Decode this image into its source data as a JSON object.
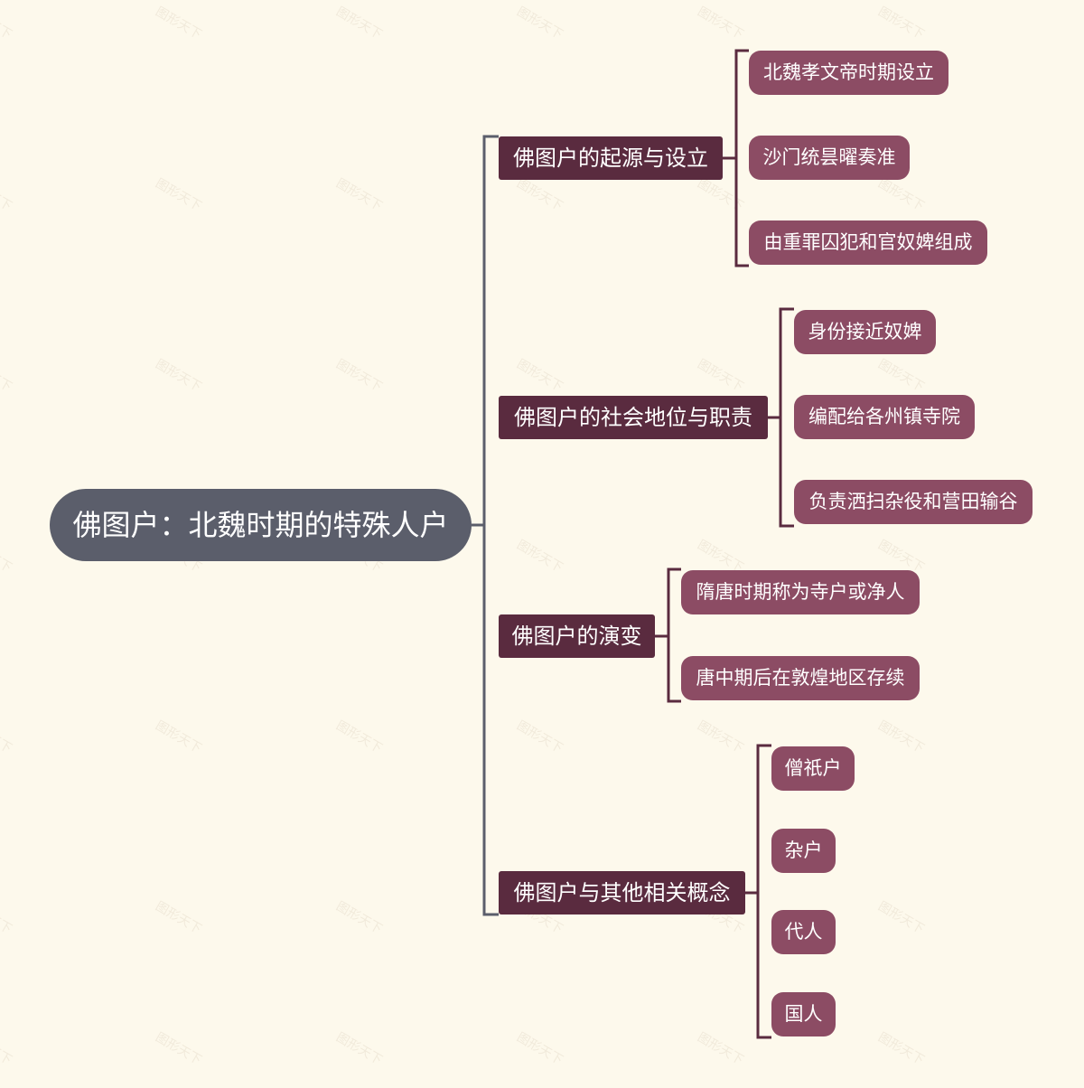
{
  "watermark": "图形天下",
  "colors": {
    "background": "#fdf9ec",
    "root_fill": "#5b5e6b",
    "branch_fill": "#5a2b3f",
    "leaf_fill": "#8c4c64",
    "main_line": "#5b5e6b",
    "branch_line": "#5a2b3f",
    "text": "#ffffff"
  },
  "root": {
    "label": "佛图户：北魏时期的特殊人户"
  },
  "branches": [
    {
      "label": "佛图户的起源与设立",
      "children": [
        "北魏孝文帝时期设立",
        "沙门统昙曜奏准",
        "由重罪囚犯和官奴婢组成"
      ]
    },
    {
      "label": "佛图户的社会地位与职责",
      "children": [
        "身份接近奴婢",
        "编配给各州镇寺院",
        "负责洒扫杂役和营田输谷"
      ]
    },
    {
      "label": "佛图户的演变",
      "children": [
        "隋唐时期称为寺户或净人",
        "唐中期后在敦煌地区存续"
      ]
    },
    {
      "label": "佛图户与其他相关概念",
      "children": [
        "僧祇户",
        "杂户",
        "代人",
        "国人"
      ]
    }
  ]
}
